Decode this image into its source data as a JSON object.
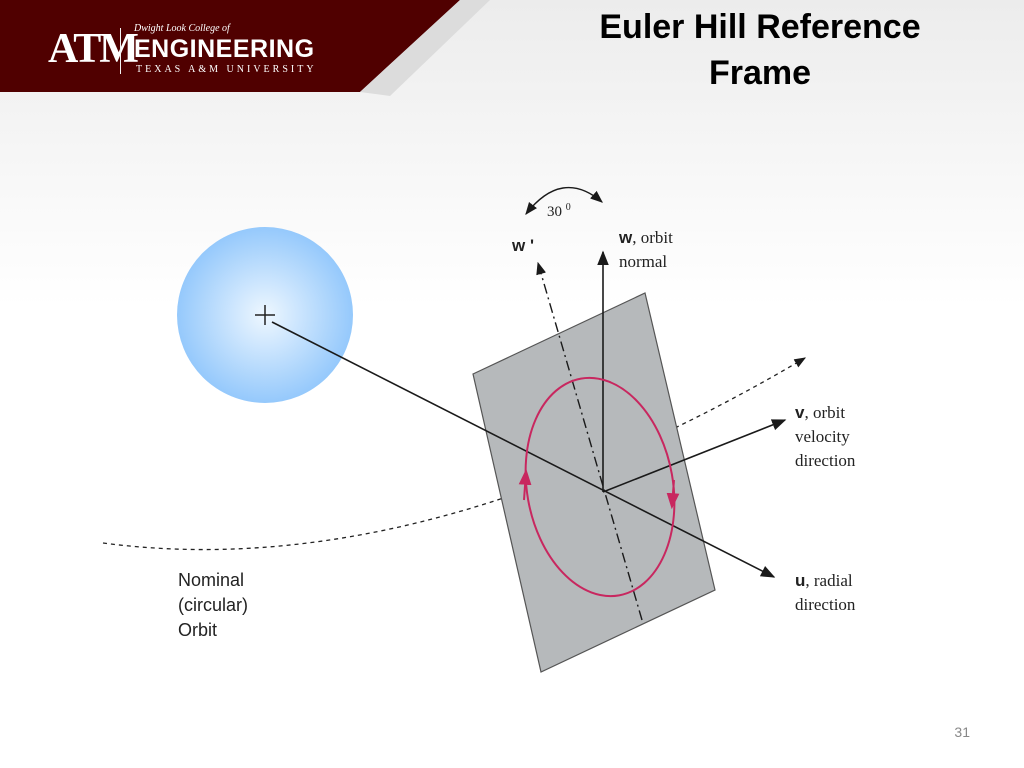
{
  "header": {
    "logo_mark": "ATM",
    "college": "Dwight Look College of",
    "engineering": "ENGINEERING",
    "university": "TEXAS A&M UNIVERSITY"
  },
  "title": {
    "line1": "Euler Hill Reference",
    "line2": "Frame"
  },
  "diagram": {
    "angle_label": "30",
    "angle_superscript": "0",
    "w_prime_label": "w '",
    "w_axis": {
      "symbol": "w",
      "text": ", orbit",
      "line2": "normal"
    },
    "v_axis": {
      "symbol": "v",
      "text": ", orbit",
      "line2": "velocity",
      "line3": "direction"
    },
    "u_axis": {
      "symbol": "u",
      "text": ", radial",
      "line2": "direction"
    },
    "orbit_label": [
      "Nominal",
      "(circular)",
      "Orbit"
    ],
    "colors": {
      "earth_center": "#eef7ff",
      "earth_edge": "#8cc4fb",
      "plane_fill": "#b6b9bb",
      "orbit_ellipse": "#c8275f",
      "axes": "#1a1a1a"
    }
  },
  "footer": {
    "page_number": "31"
  }
}
